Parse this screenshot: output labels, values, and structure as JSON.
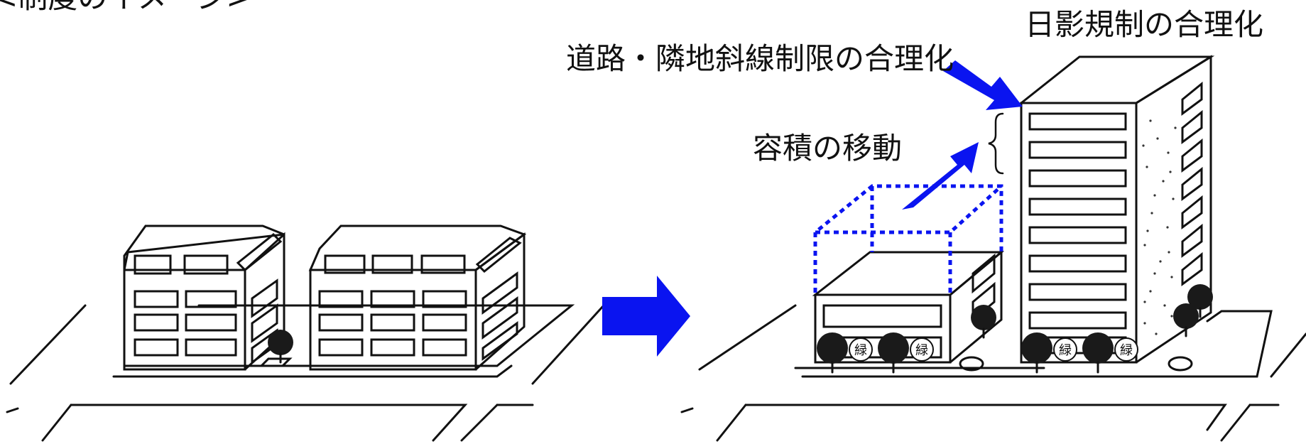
{
  "caption": "<制度のイメージ>",
  "annotations": {
    "shadow_regulation": "日影規制の合理化",
    "road_setback": "道路・隣地斜線制限の合理化",
    "floor_area_transfer": "容積の移動"
  },
  "colors": {
    "arrow": "#0a14f0",
    "dotted_outline": "#0a14f0",
    "line": "#111111",
    "tree": "#1a1a1a",
    "background": "#ffffff"
  },
  "icons": {
    "transition_arrow": "right-arrow",
    "planting_label_char": "緑"
  }
}
